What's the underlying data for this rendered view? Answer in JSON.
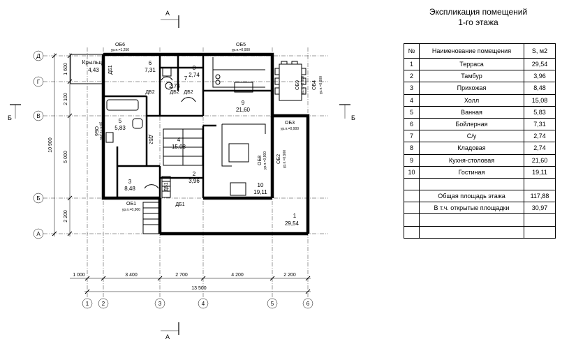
{
  "title": {
    "line1": "Экспликация помещений",
    "line2": "1-го этажа"
  },
  "table": {
    "headers": [
      "№",
      "Наименование помещения",
      "S, м2"
    ],
    "rows": [
      {
        "n": "1",
        "name": "Терраса",
        "area": "29,54"
      },
      {
        "n": "2",
        "name": "Тамбур",
        "area": "3,96"
      },
      {
        "n": "3",
        "name": "Прихожая",
        "area": "8,48"
      },
      {
        "n": "4",
        "name": "Холл",
        "area": "15,08"
      },
      {
        "n": "5",
        "name": "Ванная",
        "area": "5,83"
      },
      {
        "n": "6",
        "name": "Бойлерная",
        "area": "7,31"
      },
      {
        "n": "7",
        "name": "С/у",
        "area": "2,74"
      },
      {
        "n": "8",
        "name": "Кладовая",
        "area": "2,74"
      },
      {
        "n": "9",
        "name": "Кухня-столовая",
        "area": "21,60"
      },
      {
        "n": "10",
        "name": "Гостиная",
        "area": "19,11"
      }
    ],
    "total_label": "Общая площадь этажа",
    "total_value": "117,88",
    "open_label": "В т.ч. открытые площадки",
    "open_value": "30,97"
  },
  "plan": {
    "section_label": "А",
    "side_section_label": "Б",
    "row_axes": [
      "Д",
      "Г",
      "В",
      "Б",
      "А"
    ],
    "col_axes": [
      "1",
      "2",
      "3",
      "4",
      "5",
      "6"
    ],
    "dims_x": [
      "1 000",
      "3 400",
      "2 700",
      "4 200",
      "2 200"
    ],
    "total_x": "13 500",
    "dims_y": [
      "1 600",
      "2 100",
      "5 000",
      "2 200"
    ],
    "total_y": "10 900",
    "rooms": [
      {
        "n": "1",
        "area": "29,54"
      },
      {
        "n": "2",
        "area": "3,96"
      },
      {
        "n": "3",
        "area": "8,48"
      },
      {
        "n": "4",
        "area": "15,08"
      },
      {
        "n": "5",
        "area": "5,83"
      },
      {
        "n": "6",
        "area": "7,31"
      },
      {
        "n": "7",
        "area": "2,74"
      },
      {
        "n": "8",
        "area": "2,74"
      },
      {
        "n": "9",
        "area": "21,60"
      },
      {
        "n": "10",
        "area": "19,11"
      }
    ],
    "porch_label": "Крыльцо",
    "porch_area": "4,43",
    "openings": [
      {
        "name": "ОБ6",
        "level": "ур.п.=1,250"
      },
      {
        "name": "ОБ5",
        "level": "ур.п.=0,900"
      },
      {
        "name": "ОБ4",
        "level": "ур.п.=0,900"
      },
      {
        "name": "ОБ3",
        "level": "ур.п.=0,900"
      },
      {
        "name": "ОБ2",
        "level": "ур.п.=0,900"
      },
      {
        "name": "ОБ1",
        "level": "ур.п.=0,900"
      },
      {
        "name": "ОБ6",
        "level": "ур.п.=1,250"
      },
      {
        "name": "ОБ8",
        "level": "ур.п.=0,900"
      },
      {
        "name": "ОБ9",
        "level": "ур.п.=0,900"
      }
    ],
    "doors": [
      "ДБ1",
      "ДБ2",
      "ДБ2",
      "ДБ2",
      "ДБ2",
      "ДБ1",
      "ДБ1"
    ]
  }
}
